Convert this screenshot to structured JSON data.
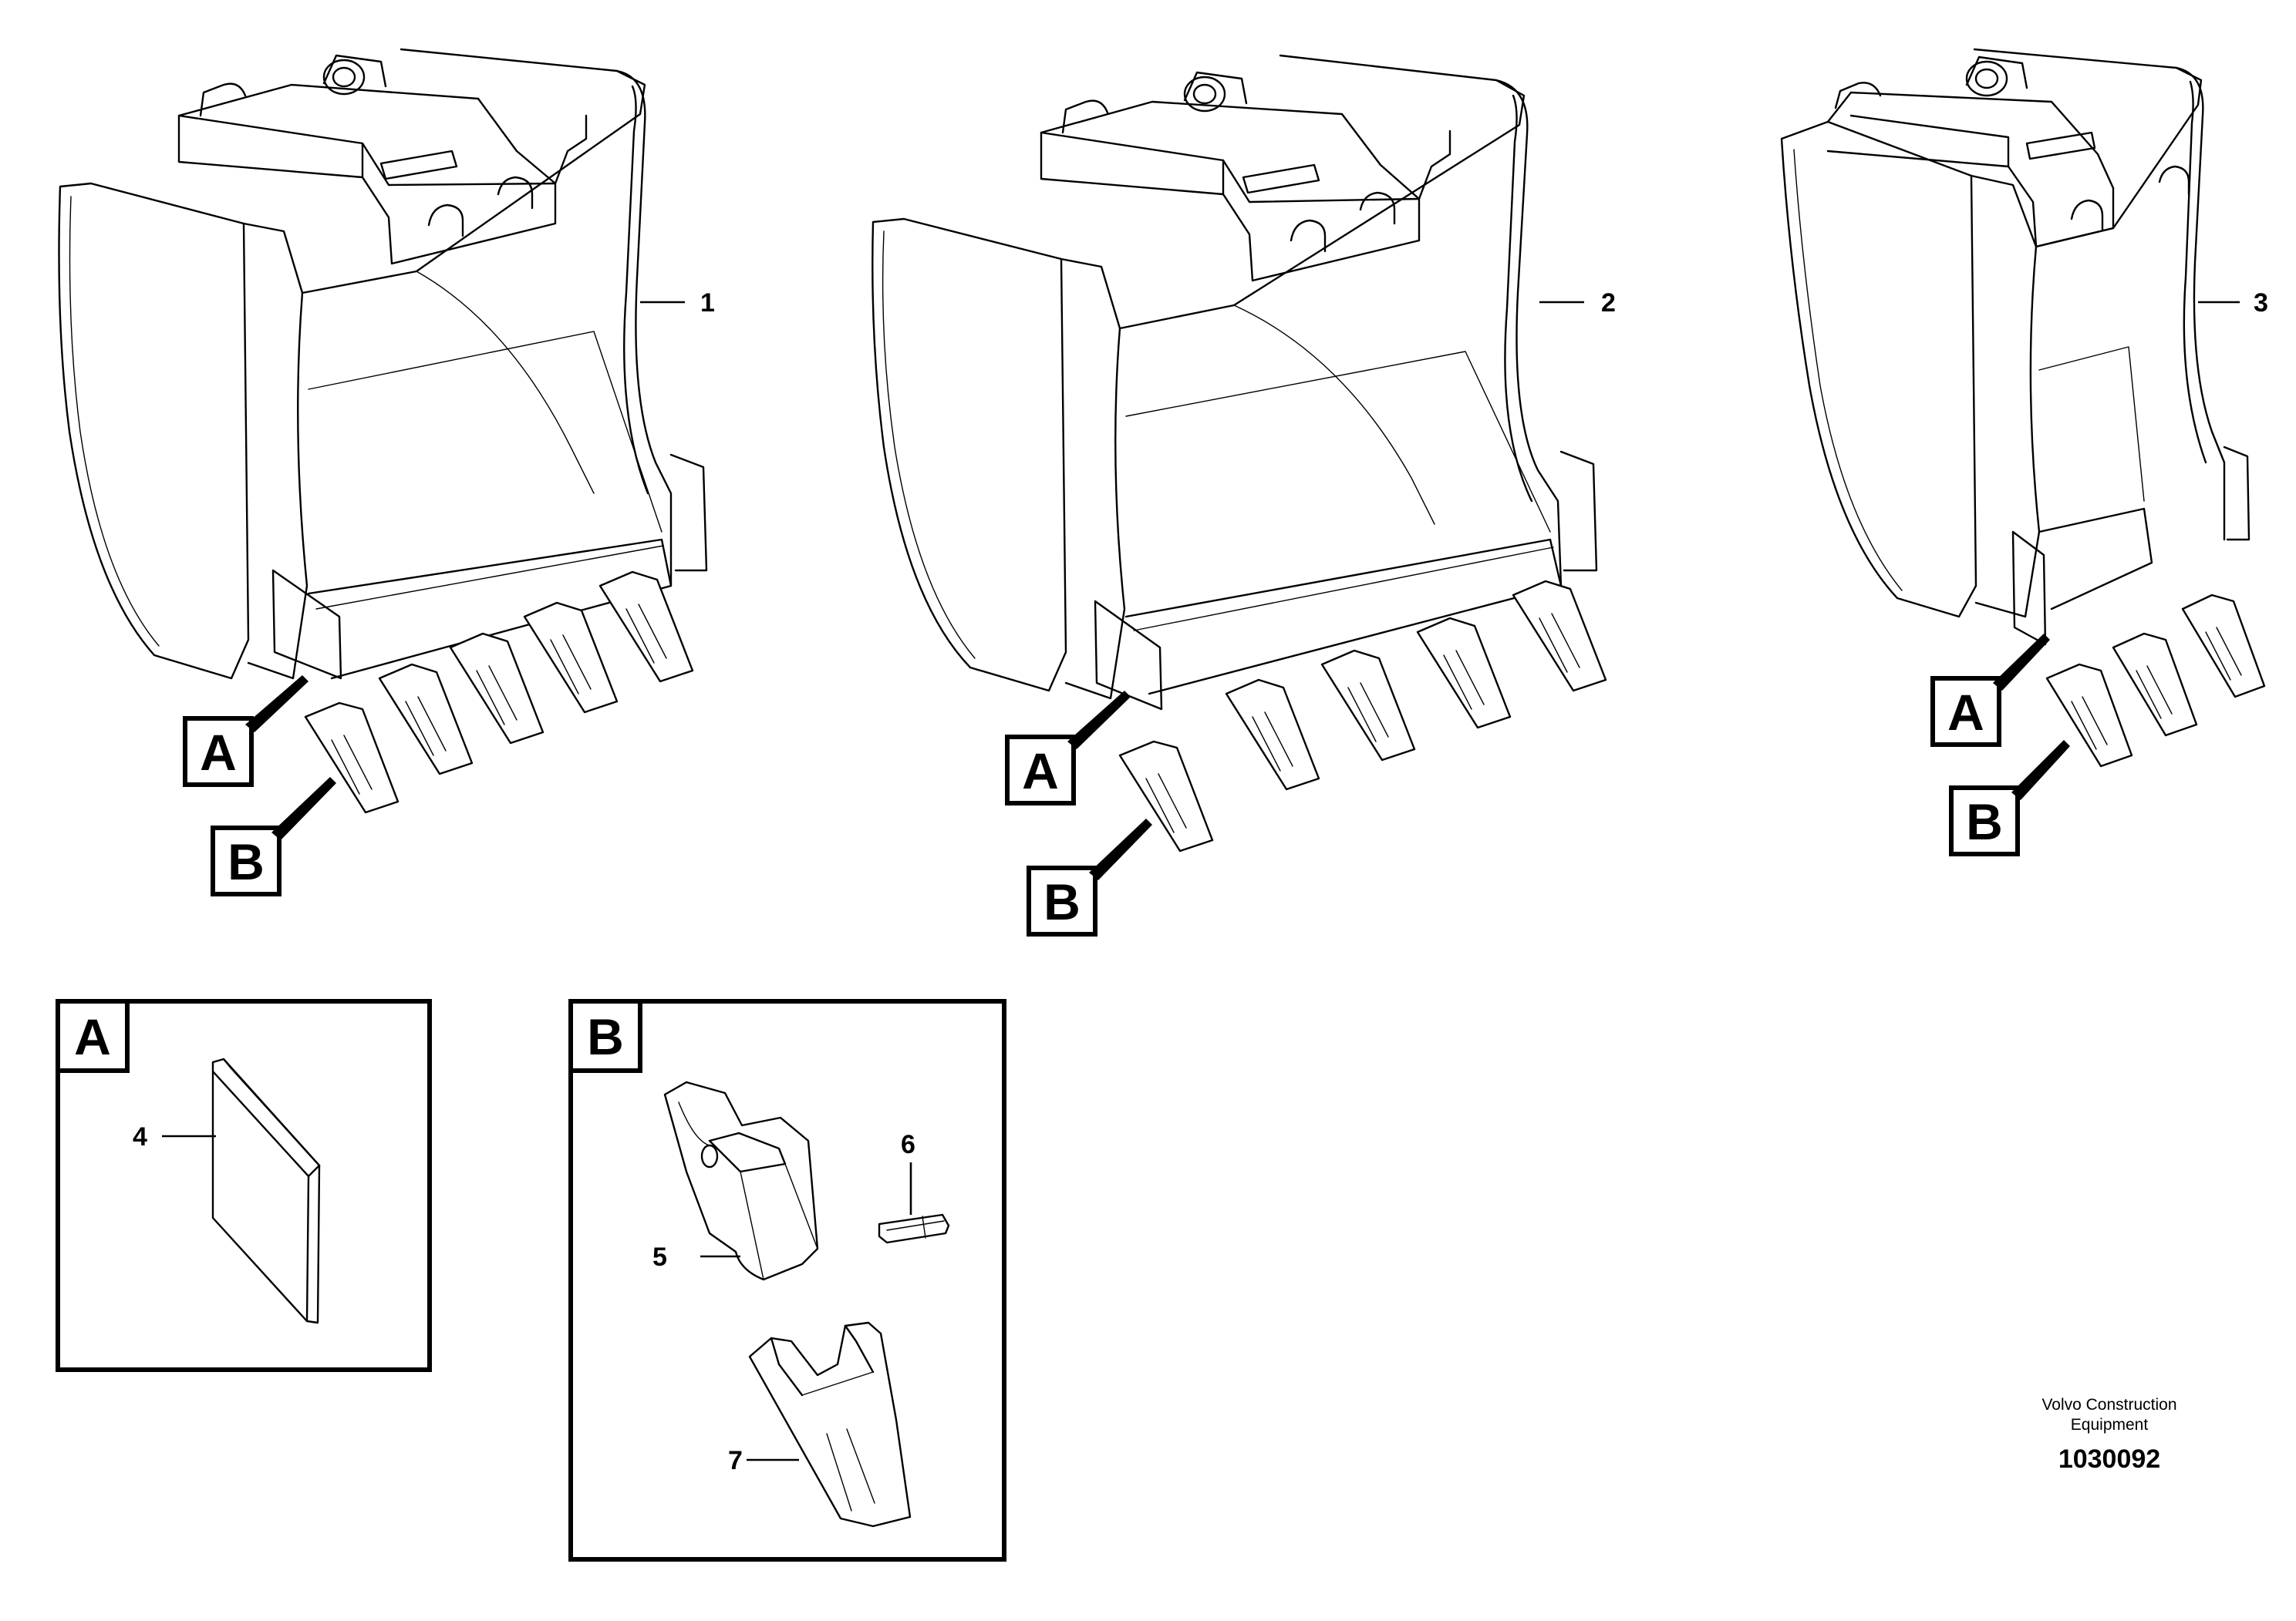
{
  "figure": {
    "callouts": [
      {
        "id": "bucket-1",
        "label": "1"
      },
      {
        "id": "bucket-2",
        "label": "2"
      },
      {
        "id": "bucket-3",
        "label": "3"
      },
      {
        "id": "wear-plate",
        "label": "4"
      },
      {
        "id": "tooth-tip",
        "label": "5"
      },
      {
        "id": "retainer-pin",
        "label": "6"
      },
      {
        "id": "adapter",
        "label": "7"
      }
    ],
    "detail_tags": {
      "a": "A",
      "b": "B"
    },
    "panels": [
      {
        "id": "detail-a",
        "tag": "A"
      },
      {
        "id": "detail-b",
        "tag": "B"
      }
    ]
  },
  "footer": {
    "publisher_line1": "Volvo Construction",
    "publisher_line2": "Equipment",
    "illustration_code": "1030092"
  }
}
